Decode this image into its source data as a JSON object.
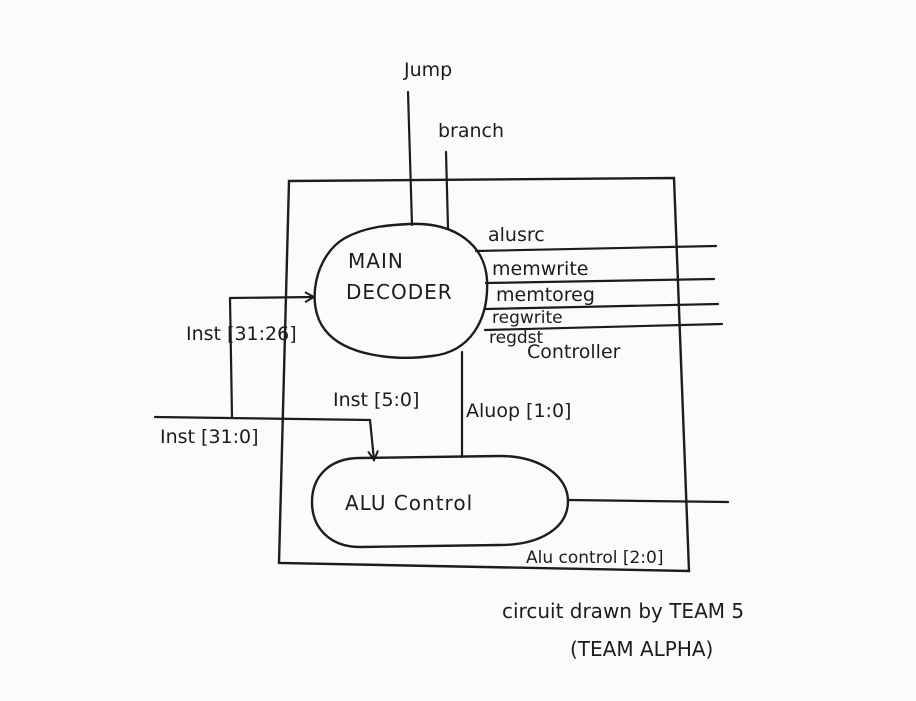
{
  "signals": {
    "jump": "Jump",
    "branch": "branch",
    "alusrc": "alusrc",
    "memwrite": "memwrite",
    "memtoreg": "memtoreg",
    "regwrite": "regwrite",
    "regdst": "regdst",
    "inst_31_26": "Inst [31:26]",
    "inst_31_0": "Inst [31:0]",
    "inst_5_0": "Inst [5:0]",
    "aluop": "Aluop [1:0]",
    "alucontrol": "Alu control [2:0]"
  },
  "blocks": {
    "main_decoder_line1": "MAIN",
    "main_decoder_line2": "DECODER",
    "alu_control": "ALU Control",
    "controller": "Controller"
  },
  "caption": {
    "line1": "circuit drawn by TEAM 5",
    "line2": "(TEAM ALPHA)"
  }
}
